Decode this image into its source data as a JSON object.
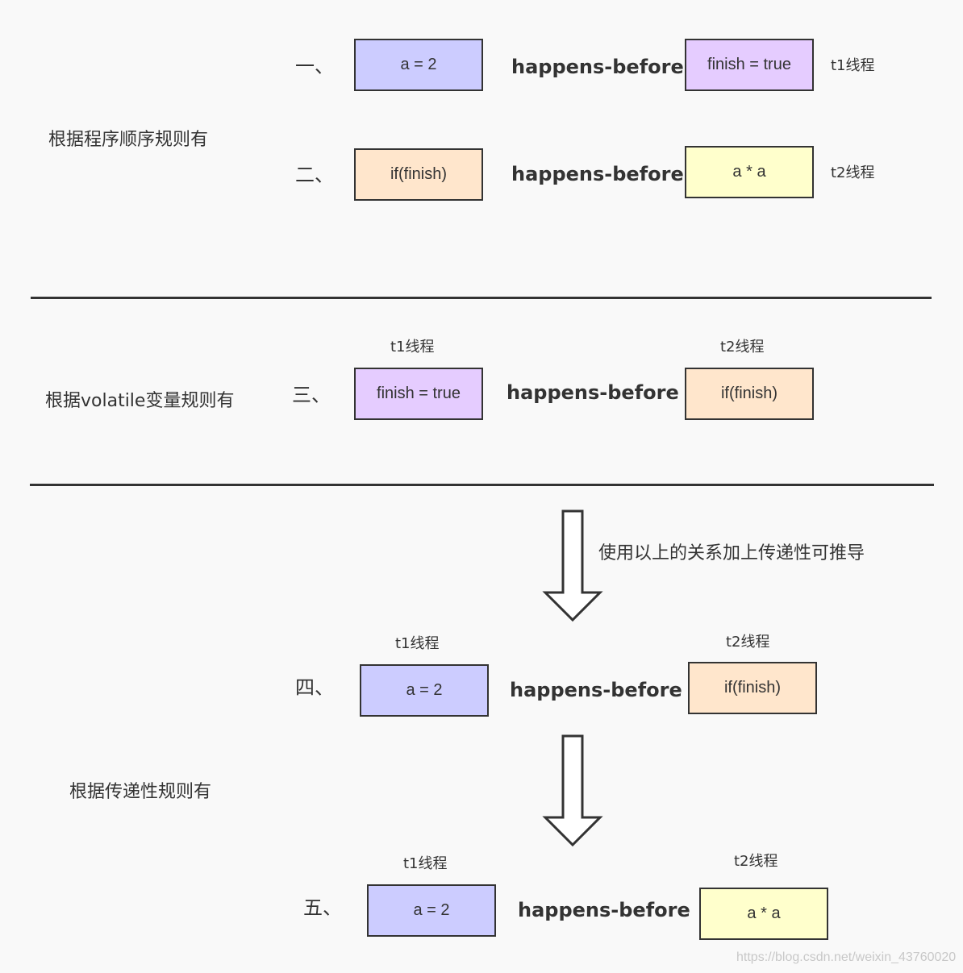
{
  "colors": {
    "blue": "#ccccff",
    "purple": "#e5ccff",
    "orange": "#ffe6cc",
    "yellow": "#ffffcc",
    "stroke": "#333333",
    "background": "#f9f9f9"
  },
  "relation": "happens-before",
  "section1": {
    "label": "根据程序顺序规则有",
    "rows": [
      {
        "index": "一、",
        "left": "a = 2",
        "right": "finish = true",
        "thread": "t1线程"
      },
      {
        "index": "二、",
        "left": "if(finish)",
        "right": "a * a",
        "thread": "t2线程"
      }
    ]
  },
  "section2": {
    "label": "根据volatile变量规则有",
    "row": {
      "index": "三、",
      "left": "finish = true",
      "left_thread": "t1线程",
      "right": "if(finish)",
      "right_thread": "t2线程"
    }
  },
  "arrow_note": "使用以上的关系加上传递性可推导",
  "section3": {
    "label": "根据传递性规则有",
    "rows": [
      {
        "index": "四、",
        "left": "a = 2",
        "left_thread": "t1线程",
        "right": "if(finish)",
        "right_thread": "t2线程"
      },
      {
        "index": "五、",
        "left": "a = 2",
        "left_thread": "t1线程",
        "right": "a * a",
        "right_thread": "t2线程"
      }
    ]
  },
  "watermark": "https://blog.csdn.net/weixin_43760020"
}
